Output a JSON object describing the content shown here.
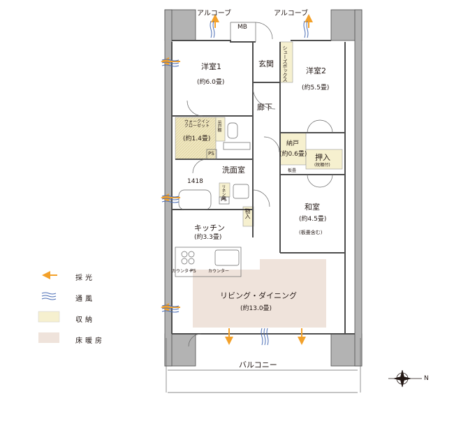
{
  "rooms": {
    "alcove_left": "アルコーブ",
    "alcove_right": "アルコーブ",
    "mb": "MB",
    "western1_name": "洋室1",
    "western1_size": "(約6.0畳)",
    "entrance": "玄関",
    "shoe_box": "シューズボックス",
    "western2_name": "洋室2",
    "western2_size": "(約5.5畳)",
    "hallway": "廊下",
    "walkin_name": "ウォークイン\nクローゼット",
    "walkin_size": "(約1.4畳)",
    "tsuriko": "吊戸棚",
    "ps1": "PS",
    "ps2": "PS",
    "nando_name": "納戸",
    "nando_size": "(約0.6畳)",
    "oshiire_name": "押入",
    "oshiire_sub": "(枕棚付)",
    "itadatami": "板畳",
    "washroom": "洗面室",
    "bath_size": "1418",
    "linen": "リネン庫",
    "washitsu_name": "和室",
    "washitsu_size": "(約4.5畳)",
    "washitsu_note": "(板畳含む)",
    "storage": "物入",
    "kitchen_name": "キッチン",
    "kitchen_size": "(約3.3畳)",
    "counter_left": "カウンター",
    "ps3": "PS",
    "counter_right": "カウンター",
    "living_name": "リビング・ダイニング",
    "living_size": "(約13.0畳)",
    "balcony": "バルコニー",
    "north": "N"
  },
  "legend": {
    "daylight": "採光",
    "ventilation": "通風",
    "storage": "収納",
    "floor_heating": "床暖房"
  },
  "colors": {
    "storage_fill": "#f6f0cf",
    "floor_heating_fill": "#efe3db",
    "wall": "#b3b3b3",
    "wall_dark": "#4d4d4d",
    "daylight_arrow": "#f3a12a",
    "ventilation": "#4a6db5"
  }
}
